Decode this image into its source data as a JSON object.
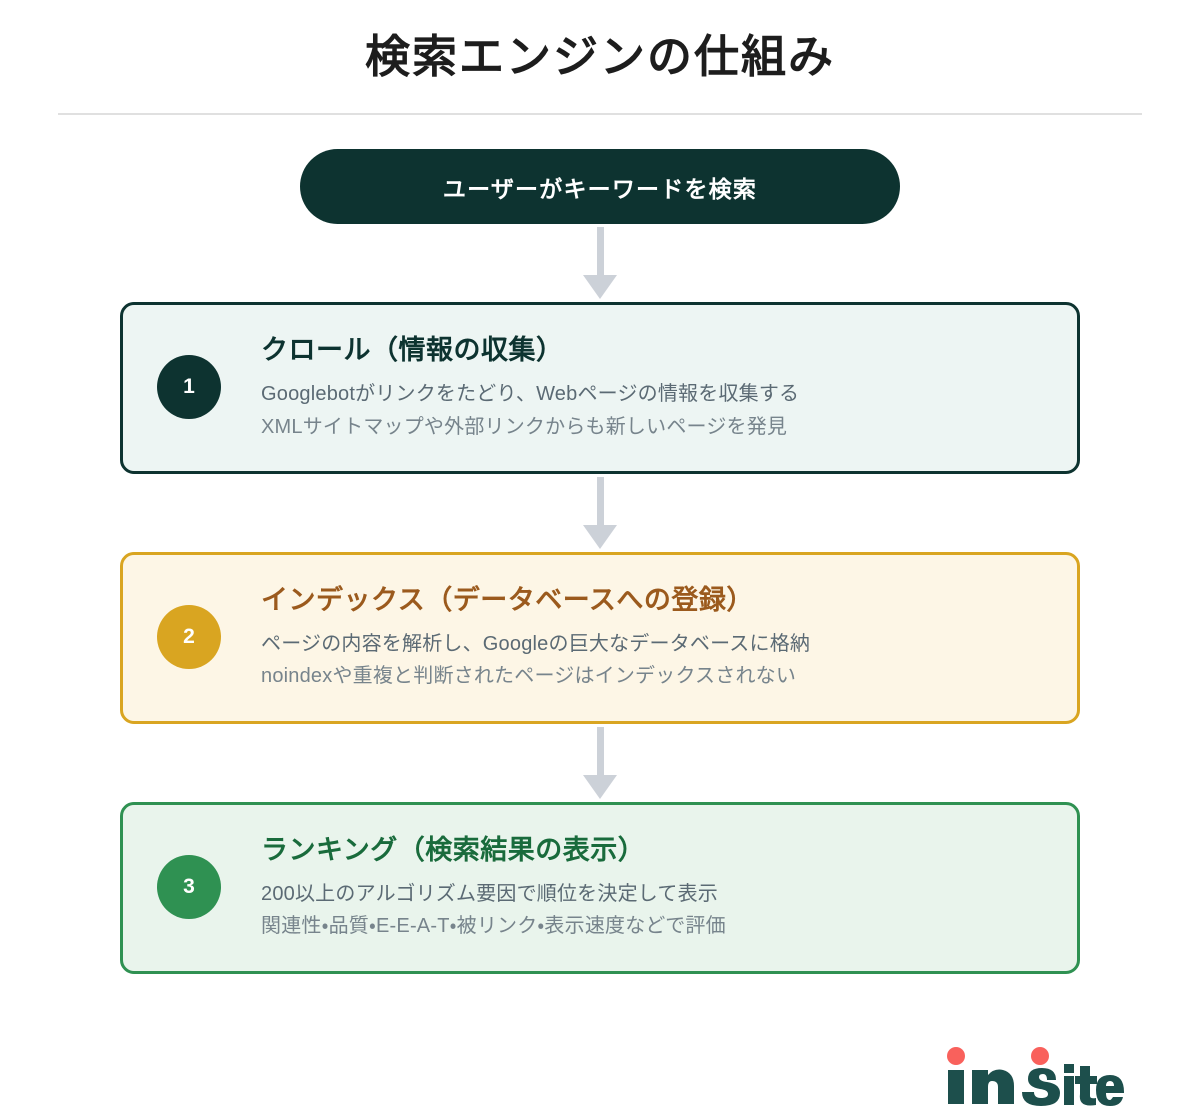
{
  "header": {
    "title": "検索エンジンの仕組み"
  },
  "flow": {
    "entry": {
      "label": "ユーザーがキーワードを検索"
    },
    "steps": [
      {
        "number": "1",
        "title": "クロール（情報の収集）",
        "line1": "Googlebotがリンクをたどり、Webページの情報を収集する",
        "line2": "XMLサイトマップや外部リンクからも新しいページを発見",
        "accent": "#0d3330",
        "background": "#edf5f3",
        "title_color": "#0d3330"
      },
      {
        "number": "2",
        "title": "インデックス（データベースへの登録）",
        "line1": "ページの内容を解析し、Googleの巨大なデータベースに格納",
        "line2": "noindexや重複と判断されたページはインデックスされない",
        "accent": "#d9a521",
        "background": "#fdf6e6",
        "title_color": "#9b5a1d"
      },
      {
        "number": "3",
        "title": "ランキング（検索結果の表示）",
        "line1": "200以上のアルゴリズム要因で順位を決定して表示",
        "line2": "関連性・品質・E-E-A-T・被リンク・表示速度などで評価",
        "accent": "#2f9152",
        "background": "#e9f4ec",
        "title_color": "#196b3c"
      }
    ],
    "arrow_color": "#ccd1d8"
  },
  "brand": {
    "text_in": "in",
    "text_site": "Site",
    "full_text": "in Site",
    "mark_color": "#1d4f4c",
    "dot_color": "#f9615c"
  }
}
